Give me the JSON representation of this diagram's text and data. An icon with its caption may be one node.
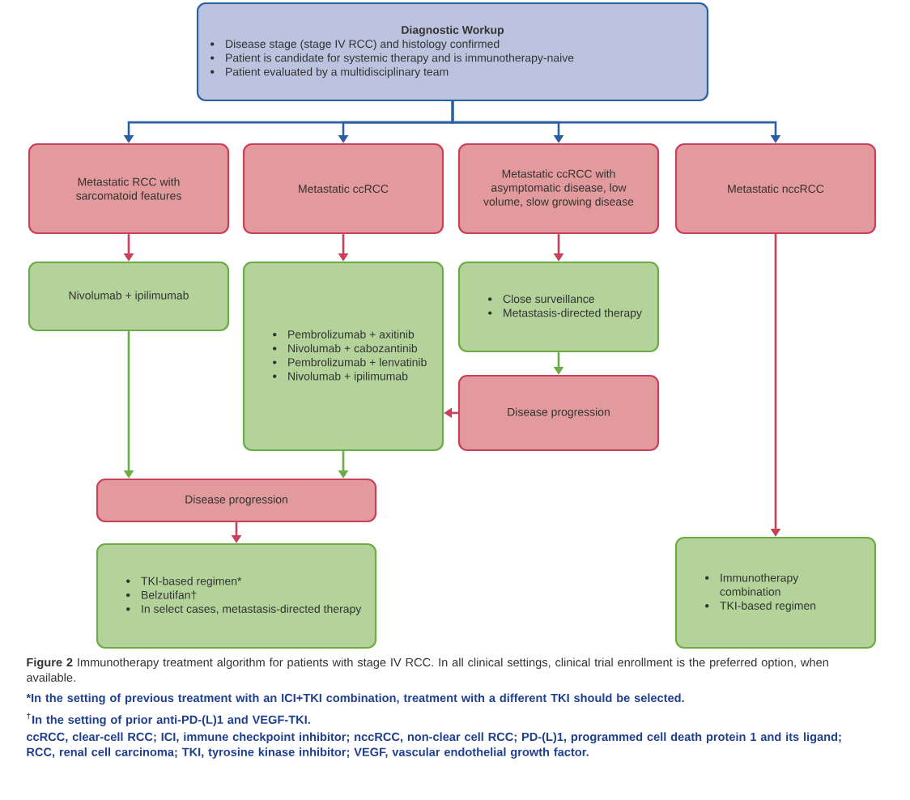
{
  "diagram": {
    "caption": "**Figure 2** Immunotherapy treatment algorithm for patients with stage IV RCC. In all clinical settings, clinical trial enrollment is the preferred option, when available.",
    "nodes": [
      {
        "text": [
          "Diagnostic Workup",
          "Disease stage (stage IV RCC) and histology confirmed",
          "Patient is candidate for systemic therapy and is immunotherapy-naive",
          "Patient evaluated by a multidisciplinary team"
        ]
      },
      {
        "text": [
          "Metastatic RCC with sarcomatoid features"
        ]
      },
      {
        "text": [
          "Metastatic ccRCC"
        ]
      },
      {
        "text": [
          "Metastatic ccRCC with asymptomatic disease, low volume, slow growing disease"
        ]
      },
      {
        "text": [
          "Metastatic nccRCC"
        ]
      },
      {
        "text": [
          "Nivolumab + ipilimumab"
        ]
      },
      {
        "text": [
          "Pembrolizumab + axitinib",
          "Nivolumab + cabozantinib",
          "Pembrolizumab + lenvatinib",
          "Nivolumab + ipilimumab"
        ]
      },
      {
        "text": [
          "Close surveillance",
          "Metastasis-directed therapy"
        ]
      },
      {
        "text": [
          "Disease progression"
        ]
      },
      {
        "text": [
          "Disease progression"
        ]
      },
      {
        "text": [
          "TKI-based regimen*",
          "Belzutifan†",
          "In select cases, metastasis-directed therapy"
        ]
      },
      {
        "text": [
          "Immunotherapy combination",
          "TKI-based regimen"
        ]
      }
    ],
    "edges": [
      {
        "from": 0,
        "to": 1,
        "arrow": "to",
        "color": "#2b5fa3"
      },
      {
        "from": 0,
        "to": 2,
        "arrow": "to",
        "color": "#2b5fa3"
      },
      {
        "from": 0,
        "to": 3,
        "arrow": "to",
        "color": "#2b5fa3"
      },
      {
        "from": 0,
        "to": 4,
        "arrow": "to",
        "color": "#2b5fa3"
      },
      {
        "from": 1,
        "to": 5,
        "arrow": "to"
      },
      {
        "from": 2,
        "to": 6,
        "arrow": "to"
      },
      {
        "from": 3,
        "to": 7,
        "arrow": "to"
      },
      {
        "from": 4,
        "to": 11,
        "arrow": "to"
      },
      {
        "from": 5,
        "to": 9,
        "arrow": "to",
        "color": "#6aad46"
      },
      {
        "from": 6,
        "to": 9,
        "arrow": "to",
        "color": "#6aad46"
      },
      {
        "from": 7,
        "to": 8,
        "arrow": "to",
        "color": "#6aad46"
      },
      {
        "from": 8,
        "to": 6,
        "arrow": "to"
      },
      {
        "from": 9,
        "to": 10,
        "arrow": "to"
      }
    ],
    "labels": [
      "*In the setting of previous treatment with an ICI+TKI combination, treatment with a different TKI should be selected.",
      "$^{†}$In the setting of prior anti-PD-(L)1 and VEGF-TKI.",
      "ccRCC, clear-cell RCC; ICI, immune checkpoint inhibitor; nccRCC, non-clear cell RCC; PD-(L)1, programmed cell death protein 1 and its ligand; RCC, renal cell carcinoma; TKI, tyrosine kinase inhibitor; VEGF, vascular endothelial growth factor."
    ]
  }
}
